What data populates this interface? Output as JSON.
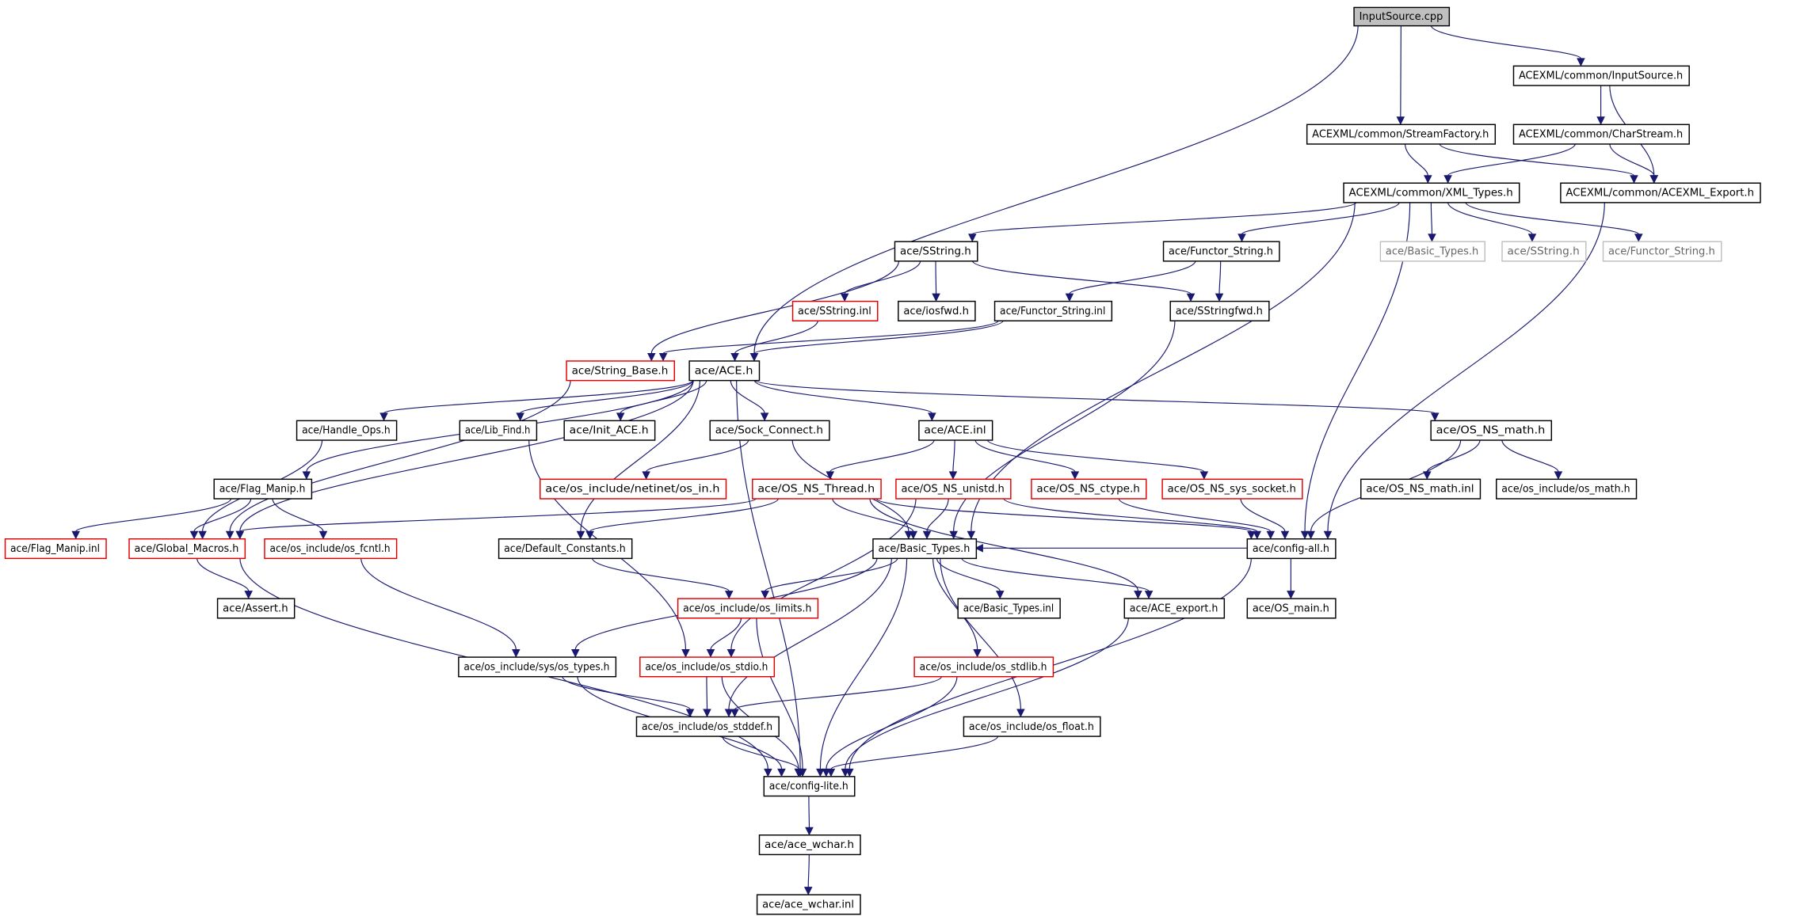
{
  "title": "InputSource.cpp include dependency graph",
  "colors": {
    "edge": "#191970",
    "missing_border": "#e00000",
    "root_fill": "#bfbfbf",
    "external_border": "#bfbfbf"
  },
  "nodes": {
    "n_root": {
      "label": "InputSource.cpp",
      "kind": "root"
    },
    "n_inputsource_h": {
      "label": "ACEXML/common/InputSource.h",
      "kind": "normal"
    },
    "n_streamfactory": {
      "label": "ACEXML/common/StreamFactory.h",
      "kind": "normal"
    },
    "n_charstream": {
      "label": "ACEXML/common/CharStream.h",
      "kind": "normal"
    },
    "n_xml_types": {
      "label": "ACEXML/common/XML_Types.h",
      "kind": "normal"
    },
    "n_acexml_export": {
      "label": "ACEXML/common/ACEXML_Export.h",
      "kind": "normal"
    },
    "n_sstring_h": {
      "label": "ace/SString.h",
      "kind": "normal"
    },
    "n_functor_string_h": {
      "label": "ace/Functor_String.h",
      "kind": "normal"
    },
    "n_g_basic_types": {
      "label": "ace/Basic_Types.h",
      "kind": "grey"
    },
    "n_g_sstring": {
      "label": "ace/SString.h",
      "kind": "grey"
    },
    "n_g_functor_string": {
      "label": "ace/Functor_String.h",
      "kind": "grey"
    },
    "n_sstring_inl": {
      "label": "ace/SString.inl",
      "kind": "red"
    },
    "n_iosfwd": {
      "label": "ace/iosfwd.h",
      "kind": "normal"
    },
    "n_functor_string_inl": {
      "label": "ace/Functor_String.inl",
      "kind": "normal"
    },
    "n_sstringfwd": {
      "label": "ace/SStringfwd.h",
      "kind": "normal"
    },
    "n_string_base": {
      "label": "ace/String_Base.h",
      "kind": "red"
    },
    "n_ace_h": {
      "label": "ace/ACE.h",
      "kind": "normal"
    },
    "n_handle_ops": {
      "label": "ace/Handle_Ops.h",
      "kind": "normal"
    },
    "n_lib_find": {
      "label": "ace/Lib_Find.h",
      "kind": "normal"
    },
    "n_init_ace": {
      "label": "ace/Init_ACE.h",
      "kind": "normal"
    },
    "n_sock_connect": {
      "label": "ace/Sock_Connect.h",
      "kind": "normal"
    },
    "n_ace_inl": {
      "label": "ace/ACE.inl",
      "kind": "normal"
    },
    "n_os_ns_math": {
      "label": "ace/OS_NS_math.h",
      "kind": "normal"
    },
    "n_flag_manip_h": {
      "label": "ace/Flag_Manip.h",
      "kind": "normal"
    },
    "n_os_in": {
      "label": "ace/os_include/netinet/os_in.h",
      "kind": "red"
    },
    "n_os_ns_thread": {
      "label": "ace/OS_NS_Thread.h",
      "kind": "red"
    },
    "n_os_ns_unistd": {
      "label": "ace/OS_NS_unistd.h",
      "kind": "red"
    },
    "n_os_ns_ctype": {
      "label": "ace/OS_NS_ctype.h",
      "kind": "red"
    },
    "n_os_ns_sys_socket": {
      "label": "ace/OS_NS_sys_socket.h",
      "kind": "red"
    },
    "n_os_ns_math_inl": {
      "label": "ace/OS_NS_math.inl",
      "kind": "normal"
    },
    "n_os_math": {
      "label": "ace/os_include/os_math.h",
      "kind": "normal"
    },
    "n_flag_manip_inl": {
      "label": "ace/Flag_Manip.inl",
      "kind": "red"
    },
    "n_global_macros": {
      "label": "ace/Global_Macros.h",
      "kind": "red"
    },
    "n_os_fcntl": {
      "label": "ace/os_include/os_fcntl.h",
      "kind": "red"
    },
    "n_default_constants": {
      "label": "ace/Default_Constants.h",
      "kind": "normal"
    },
    "n_basic_types": {
      "label": "ace/Basic_Types.h",
      "kind": "normal"
    },
    "n_config_all": {
      "label": "ace/config-all.h",
      "kind": "normal"
    },
    "n_assert": {
      "label": "ace/Assert.h",
      "kind": "normal"
    },
    "n_os_limits": {
      "label": "ace/os_include/os_limits.h",
      "kind": "red"
    },
    "n_basic_types_inl": {
      "label": "ace/Basic_Types.inl",
      "kind": "normal"
    },
    "n_ace_export": {
      "label": "ace/ACE_export.h",
      "kind": "normal"
    },
    "n_os_main": {
      "label": "ace/OS_main.h",
      "kind": "normal"
    },
    "n_os_types": {
      "label": "ace/os_include/sys/os_types.h",
      "kind": "normal"
    },
    "n_os_stdio": {
      "label": "ace/os_include/os_stdio.h",
      "kind": "red"
    },
    "n_os_stdlib": {
      "label": "ace/os_include/os_stdlib.h",
      "kind": "red"
    },
    "n_os_stddef": {
      "label": "ace/os_include/os_stddef.h",
      "kind": "normal"
    },
    "n_os_float": {
      "label": "ace/os_include/os_float.h",
      "kind": "normal"
    },
    "n_config_lite": {
      "label": "ace/config-lite.h",
      "kind": "normal"
    },
    "n_ace_wchar_h": {
      "label": "ace/ace_wchar.h",
      "kind": "normal"
    },
    "n_ace_wchar_inl": {
      "label": "ace/ace_wchar.inl",
      "kind": "normal"
    }
  },
  "edges": [
    [
      "n_root",
      "n_ace_h"
    ],
    [
      "n_root",
      "n_streamfactory"
    ],
    [
      "n_root",
      "n_inputsource_h"
    ],
    [
      "n_inputsource_h",
      "n_charstream"
    ],
    [
      "n_inputsource_h",
      "n_acexml_export"
    ],
    [
      "n_streamfactory",
      "n_xml_types"
    ],
    [
      "n_streamfactory",
      "n_acexml_export"
    ],
    [
      "n_charstream",
      "n_xml_types"
    ],
    [
      "n_charstream",
      "n_acexml_export"
    ],
    [
      "n_xml_types",
      "n_sstring_h"
    ],
    [
      "n_xml_types",
      "n_functor_string_h"
    ],
    [
      "n_xml_types",
      "n_g_basic_types"
    ],
    [
      "n_xml_types",
      "n_g_sstring"
    ],
    [
      "n_xml_types",
      "n_g_functor_string"
    ],
    [
      "n_xml_types",
      "n_basic_types"
    ],
    [
      "n_xml_types",
      "n_config_all"
    ],
    [
      "n_acexml_export",
      "n_config_all"
    ],
    [
      "n_sstring_h",
      "n_string_base"
    ],
    [
      "n_sstring_h",
      "n_sstring_inl"
    ],
    [
      "n_sstring_h",
      "n_iosfwd"
    ],
    [
      "n_sstring_h",
      "n_sstringfwd"
    ],
    [
      "n_functor_string_h",
      "n_functor_string_inl"
    ],
    [
      "n_functor_string_h",
      "n_sstringfwd"
    ],
    [
      "n_sstring_inl",
      "n_ace_h"
    ],
    [
      "n_functor_string_inl",
      "n_string_base"
    ],
    [
      "n_functor_string_inl",
      "n_ace_h"
    ],
    [
      "n_sstringfwd",
      "n_basic_types"
    ],
    [
      "n_string_base",
      "n_global_macros"
    ],
    [
      "n_ace_h",
      "n_flag_manip_h"
    ],
    [
      "n_ace_h",
      "n_handle_ops"
    ],
    [
      "n_ace_h",
      "n_lib_find"
    ],
    [
      "n_ace_h",
      "n_init_ace"
    ],
    [
      "n_ace_h",
      "n_sock_connect"
    ],
    [
      "n_ace_h",
      "n_ace_inl"
    ],
    [
      "n_ace_h",
      "n_os_ns_math"
    ],
    [
      "n_ace_h",
      "n_default_constants"
    ],
    [
      "n_ace_h",
      "n_config_lite"
    ],
    [
      "n_ace_h",
      "n_global_macros"
    ],
    [
      "n_handle_ops",
      "n_global_macros"
    ],
    [
      "n_lib_find",
      "n_os_stdio"
    ],
    [
      "n_sock_connect",
      "n_os_in"
    ],
    [
      "n_sock_connect",
      "n_basic_types"
    ],
    [
      "n_ace_inl",
      "n_os_ns_thread"
    ],
    [
      "n_ace_inl",
      "n_os_ns_unistd"
    ],
    [
      "n_ace_inl",
      "n_os_ns_ctype"
    ],
    [
      "n_ace_inl",
      "n_os_ns_sys_socket"
    ],
    [
      "n_os_ns_math",
      "n_os_ns_math_inl"
    ],
    [
      "n_os_ns_math",
      "n_os_math"
    ],
    [
      "n_os_ns_math",
      "n_config_all"
    ],
    [
      "n_flag_manip_h",
      "n_flag_manip_inl"
    ],
    [
      "n_flag_manip_h",
      "n_global_macros"
    ],
    [
      "n_flag_manip_h",
      "n_os_fcntl"
    ],
    [
      "n_os_ns_thread",
      "n_global_macros"
    ],
    [
      "n_os_ns_thread",
      "n_default_constants"
    ],
    [
      "n_os_ns_thread",
      "n_basic_types"
    ],
    [
      "n_os_ns_thread",
      "n_config_all"
    ],
    [
      "n_os_ns_thread",
      "n_ace_export"
    ],
    [
      "n_os_ns_unistd",
      "n_basic_types"
    ],
    [
      "n_os_ns_unistd",
      "n_config_all"
    ],
    [
      "n_os_ns_unistd",
      "n_os_stdio"
    ],
    [
      "n_os_ns_ctype",
      "n_config_all"
    ],
    [
      "n_os_ns_sys_socket",
      "n_config_all"
    ],
    [
      "n_global_macros",
      "n_assert"
    ],
    [
      "n_global_macros",
      "n_config_lite"
    ],
    [
      "n_os_fcntl",
      "n_os_types"
    ],
    [
      "n_default_constants",
      "n_os_limits"
    ],
    [
      "n_basic_types",
      "n_os_limits"
    ],
    [
      "n_basic_types",
      "n_basic_types_inl"
    ],
    [
      "n_basic_types",
      "n_ace_export"
    ],
    [
      "n_basic_types",
      "n_os_types"
    ],
    [
      "n_basic_types",
      "n_os_stddef"
    ],
    [
      "n_basic_types",
      "n_os_stdlib"
    ],
    [
      "n_basic_types",
      "n_os_float"
    ],
    [
      "n_basic_types",
      "n_config_lite"
    ],
    [
      "n_config_all",
      "n_basic_types"
    ],
    [
      "n_config_all",
      "n_os_main"
    ],
    [
      "n_config_all",
      "n_config_lite"
    ],
    [
      "n_os_limits",
      "n_os_stdio"
    ],
    [
      "n_os_limits",
      "n_config_lite"
    ],
    [
      "n_ace_export",
      "n_config_lite"
    ],
    [
      "n_os_types",
      "n_os_stddef"
    ],
    [
      "n_os_types",
      "n_config_lite"
    ],
    [
      "n_os_stdio",
      "n_os_stddef"
    ],
    [
      "n_os_stdio",
      "n_config_lite"
    ],
    [
      "n_os_stdlib",
      "n_os_stddef"
    ],
    [
      "n_os_stdlib",
      "n_config_lite"
    ],
    [
      "n_os_stddef",
      "n_config_lite"
    ],
    [
      "n_os_float",
      "n_config_lite"
    ],
    [
      "n_config_lite",
      "n_ace_wchar_h"
    ],
    [
      "n_ace_wchar_h",
      "n_ace_wchar_inl"
    ]
  ]
}
